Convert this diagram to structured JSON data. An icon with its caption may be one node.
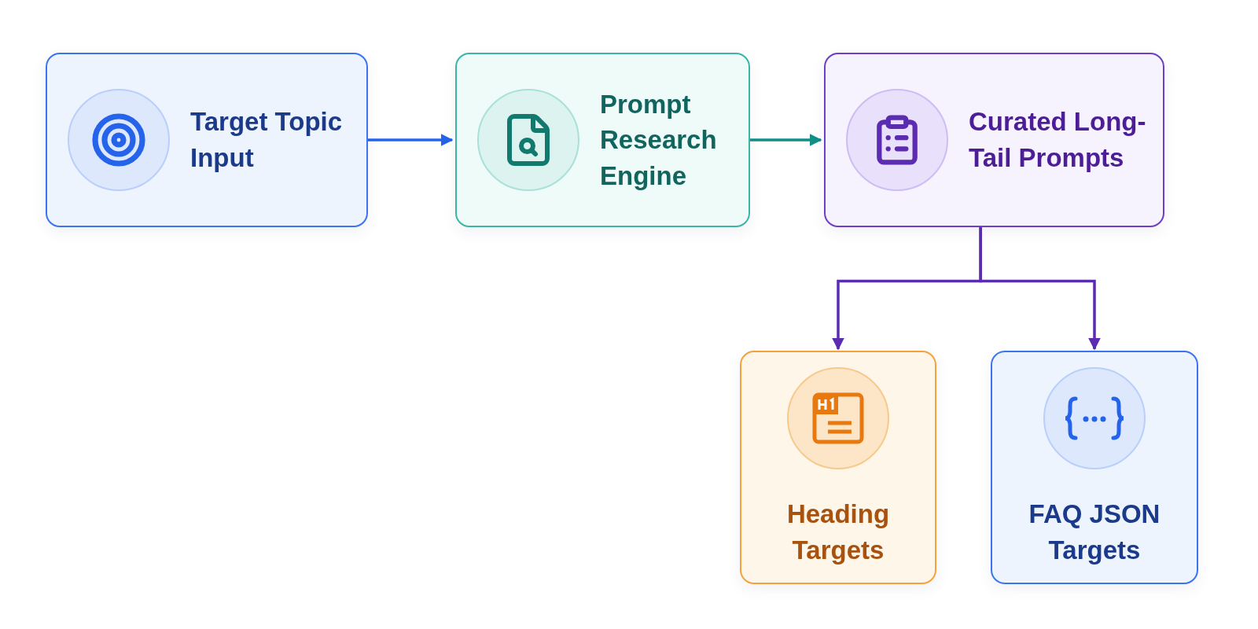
{
  "diagram": {
    "nodes": [
      {
        "text": [
          "Target Topic Input"
        ]
      },
      {
        "text": [
          "Prompt Research Engine"
        ]
      },
      {
        "text": [
          "Curated Long-Tail Prompts"
        ]
      },
      {
        "text": [
          "Heading Targets"
        ]
      },
      {
        "text": [
          "FAQ JSON Targets"
        ]
      }
    ],
    "edges": [
      {
        "from": 0,
        "to": 1,
        "arrow": "to",
        "color": "#2563eb"
      },
      {
        "from": 1,
        "to": 2,
        "arrow": "to",
        "color": "#0f8f86"
      },
      {
        "from": 2,
        "to": 3,
        "arrow": "to",
        "color": "#5b2bb0"
      },
      {
        "from": 2,
        "to": 4,
        "arrow": "to",
        "color": "#5b2bb0"
      }
    ]
  }
}
